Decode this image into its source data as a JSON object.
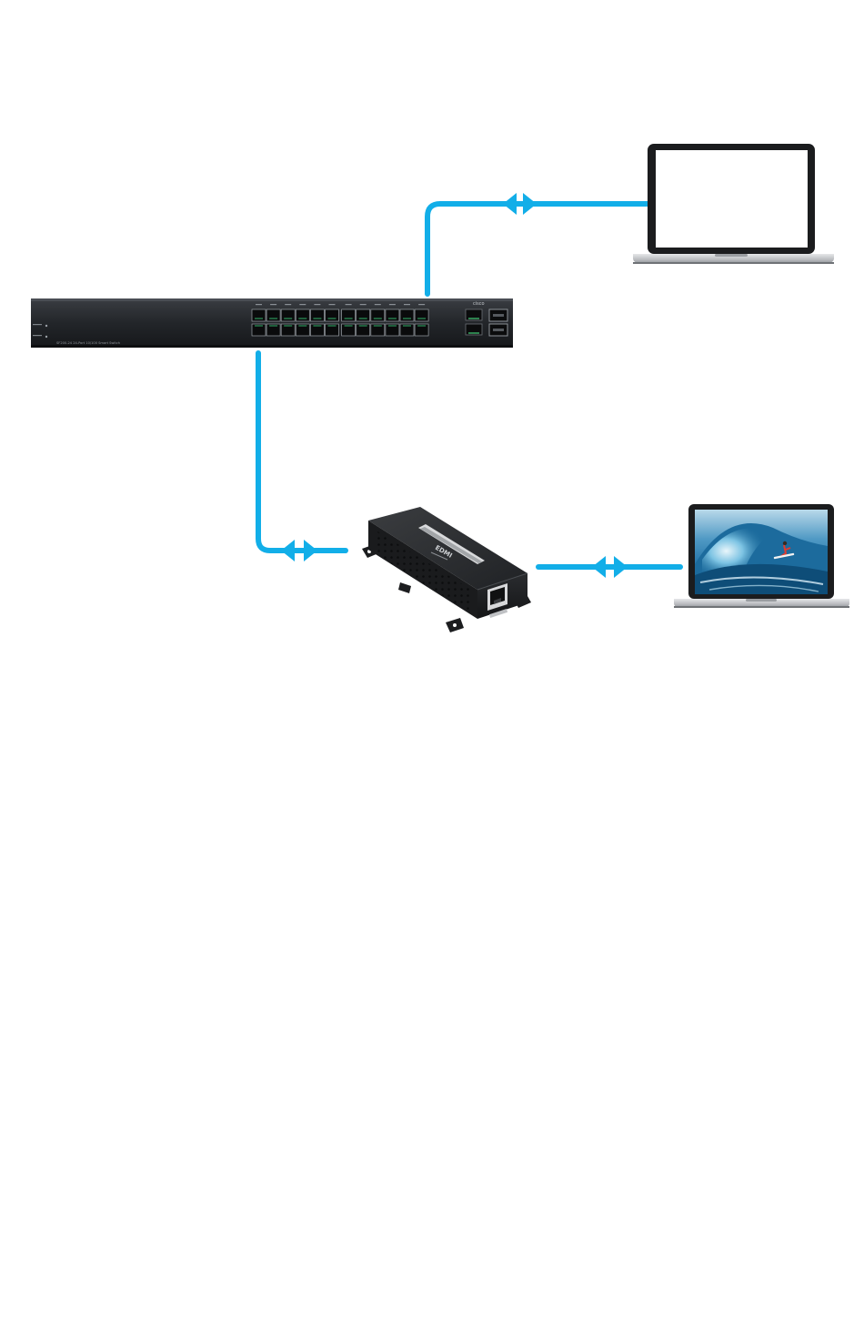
{
  "diagram": {
    "cable_color": "#12aee8",
    "devices": {
      "switch": {
        "model_text": "SF200-24   24-Port 10/100 Smart Switch",
        "brand_text": "cisco",
        "port_count": 24,
        "uplink_port_count": 2
      },
      "laptop_top": {
        "screen": "blank"
      },
      "converter": {
        "brand_text": "EDMI"
      },
      "laptop_bottom": {
        "screen": "wave-surfer-wallpaper"
      }
    },
    "connections": [
      {
        "from": "switch",
        "to": "laptop_top",
        "bidirectional": true
      },
      {
        "from": "switch",
        "to": "converter",
        "bidirectional": true
      },
      {
        "from": "converter",
        "to": "laptop_bottom",
        "bidirectional": true
      }
    ]
  }
}
